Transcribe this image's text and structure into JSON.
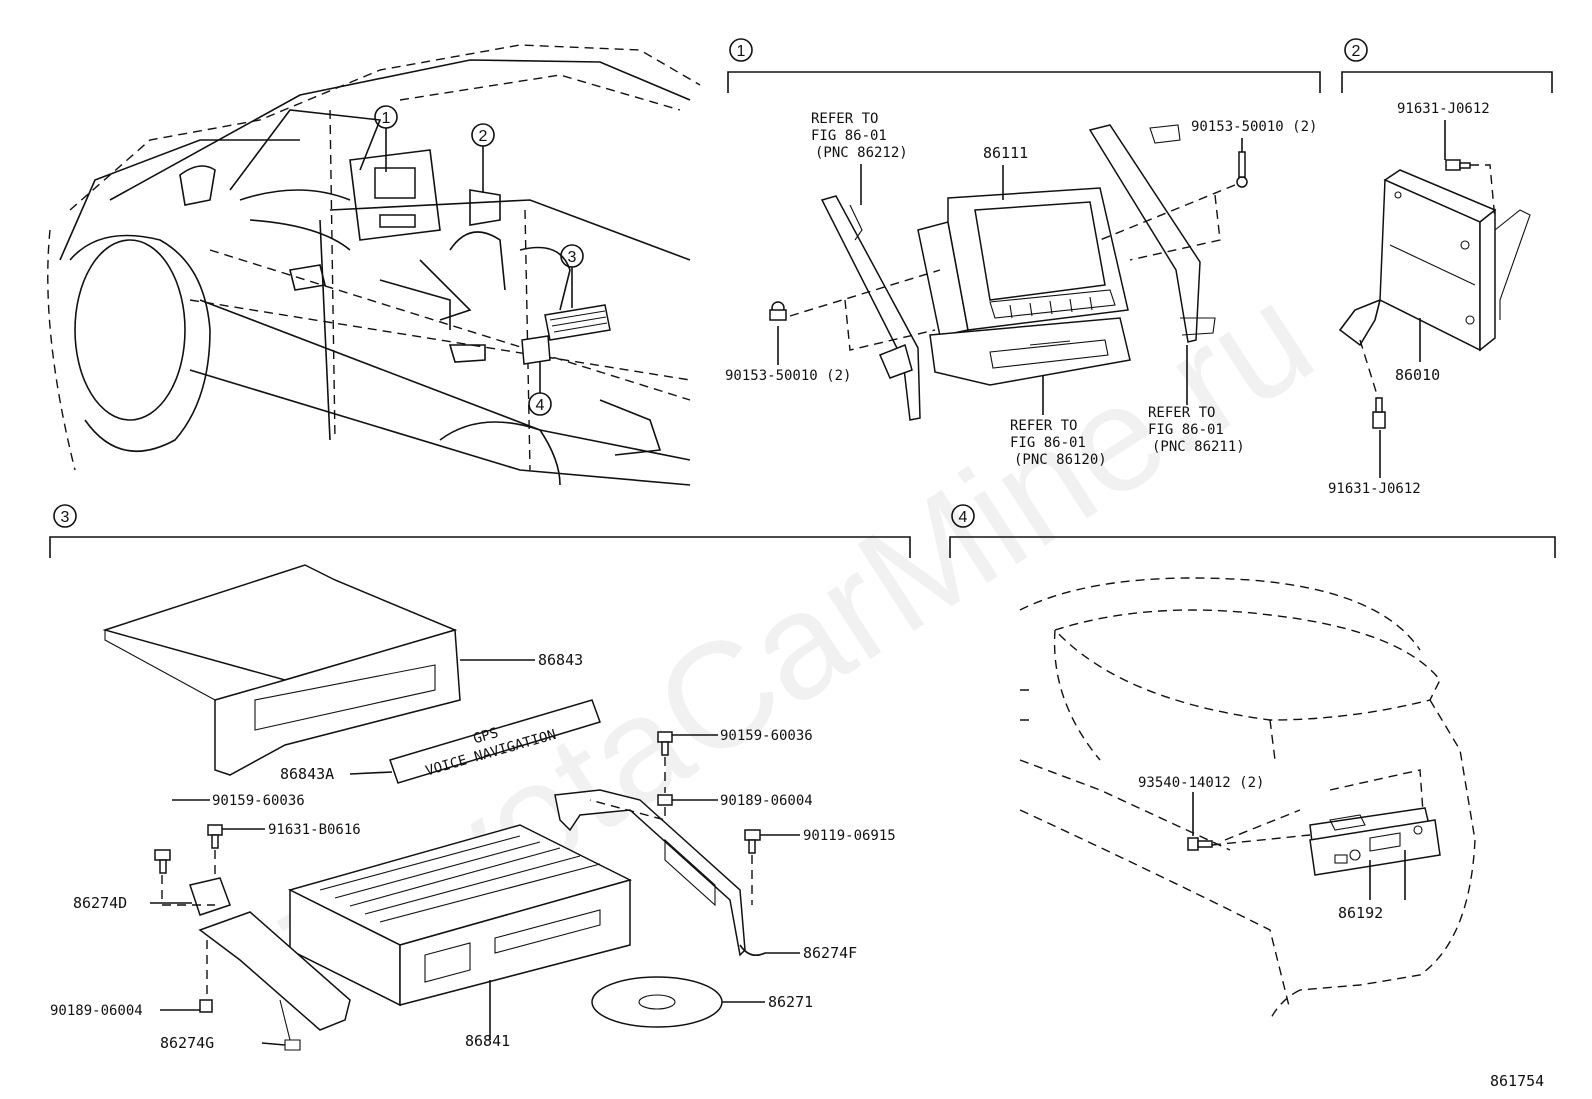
{
  "watermark": "ToyotaCarMine.ru",
  "sections": [
    {
      "id": "1"
    },
    {
      "id": "2"
    },
    {
      "id": "3"
    },
    {
      "id": "4"
    }
  ],
  "car_callouts": [
    "1",
    "2",
    "3",
    "4"
  ],
  "labels": {
    "s1_refer_a": [
      "REFER TO",
      "FIG 86-01",
      "(PNC 86212)"
    ],
    "s1_part_86111": "86111",
    "s1_bolt_right": "90153-50010 (2)",
    "s1_bolt_left": "90153-50010 (2)",
    "s1_refer_b": [
      "REFER TO",
      "FIG 86-01",
      "(PNC 86120)"
    ],
    "s1_refer_c": [
      "REFER TO",
      "FIG 86-01",
      "(PNC 86211)"
    ],
    "s2_bolt_top": "91631-J0612",
    "s2_part_86010": "86010",
    "s2_bolt_bottom": "91631-J0612",
    "s3_86843": "86843",
    "s3_86843A": "86843A",
    "s3_plate_line1": "GPS",
    "s3_plate_line2": "VOICE NAVIGATION",
    "s3_90159_right": "90159-60036",
    "s3_90189_right": "90189-06004",
    "s3_90159_left": "90159-60036",
    "s3_91631": "91631-B0616",
    "s3_90119": "90119-06915",
    "s3_86274D": "86274D",
    "s3_86274F": "86274F",
    "s3_86271": "86271",
    "s3_90189_left": "90189-06004",
    "s3_86274G": "86274G",
    "s3_86841": "86841",
    "s4_bolt": "93540-14012 (2)",
    "s4_86192": "86192",
    "figure_number": "861754"
  }
}
